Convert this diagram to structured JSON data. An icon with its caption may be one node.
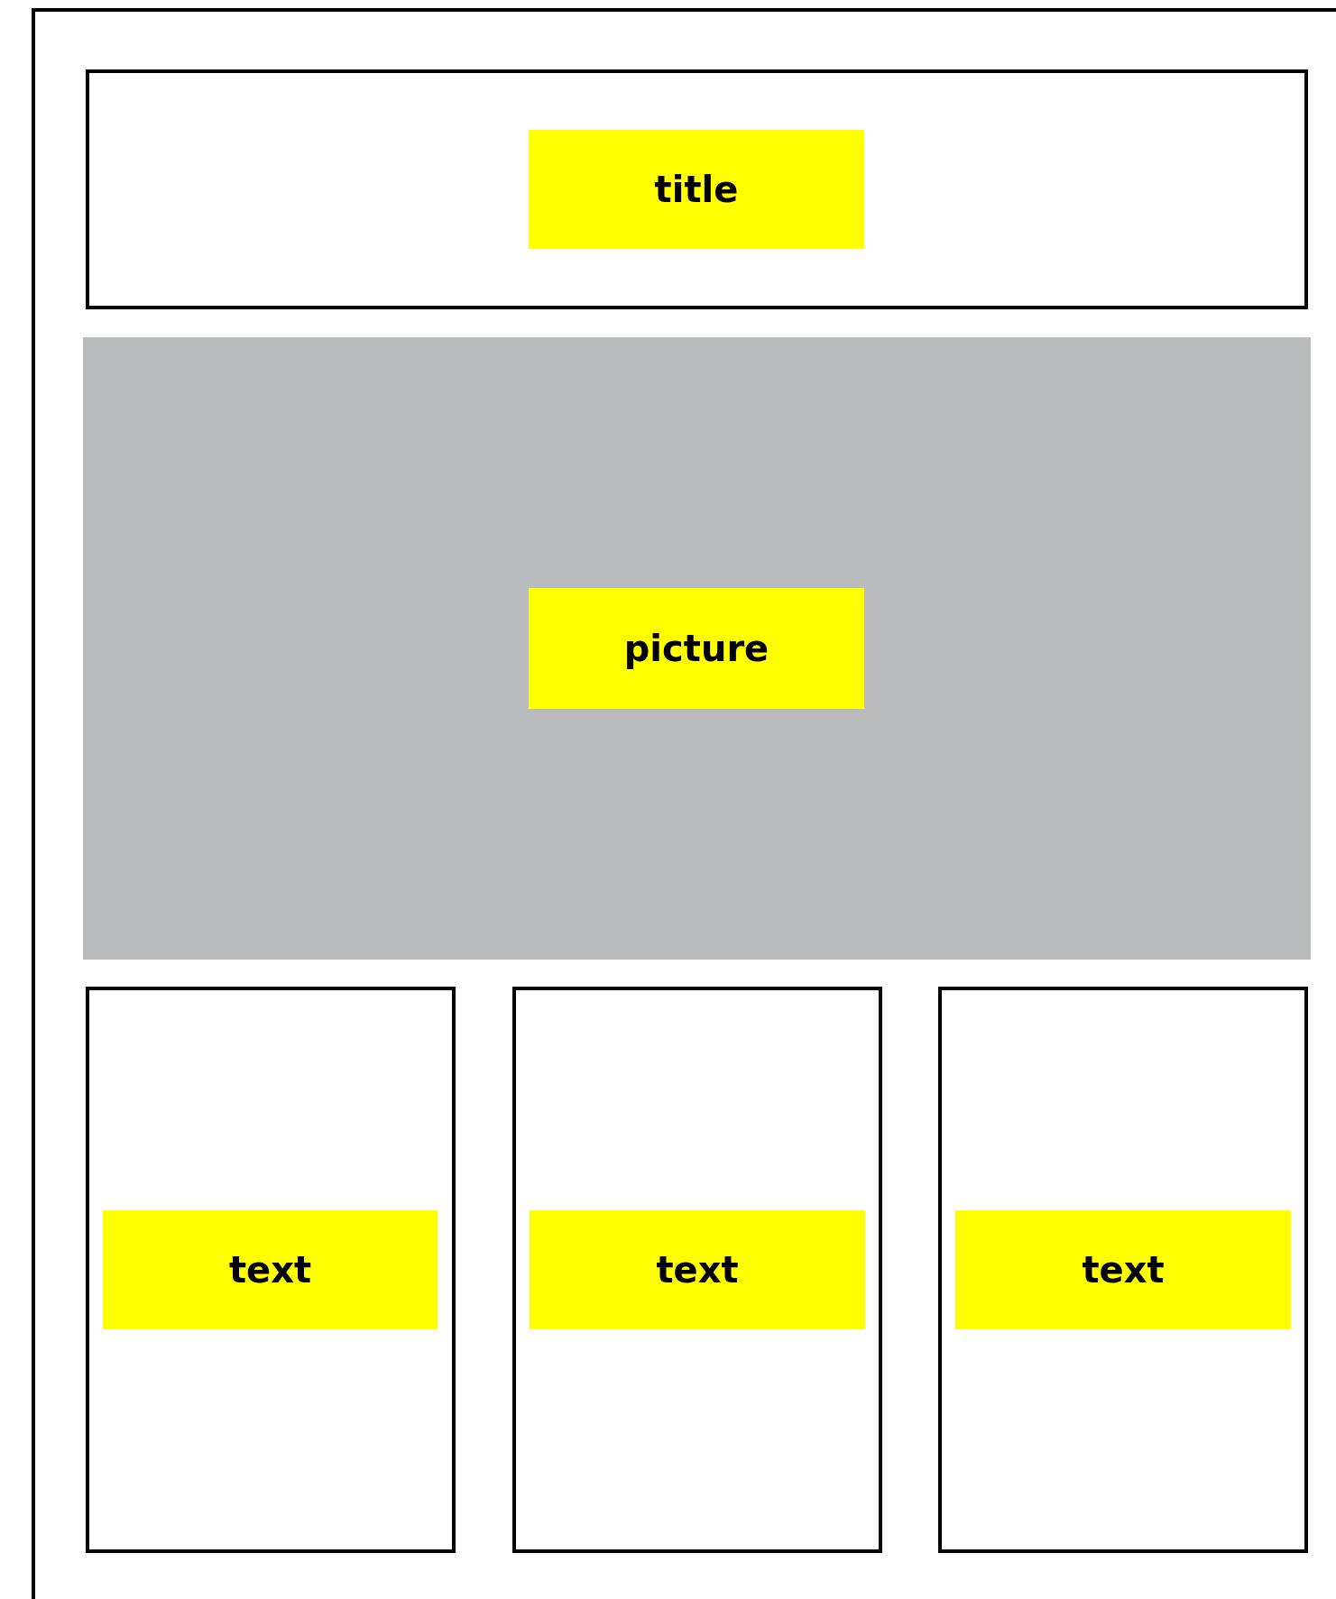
{
  "diagram": {
    "nodes": [
      {
        "text": [],
        "shape": "box"
      },
      {
        "text": [],
        "shape": "box",
        "in": 0
      },
      {
        "text": [
          "title"
        ],
        "in": 1
      },
      {
        "text": [],
        "shape": "box",
        "in": 0
      },
      {
        "text": [
          "picture"
        ],
        "in": 3
      },
      {
        "text": [],
        "shape": "box",
        "in": 0
      },
      {
        "text": [],
        "shape": "box",
        "in": 0
      },
      {
        "text": [],
        "shape": "box",
        "in": 0
      },
      {
        "text": [
          "text"
        ],
        "in": 5
      },
      {
        "text": [
          "text"
        ],
        "in": 6
      },
      {
        "text": [
          "text"
        ],
        "in": 7
      }
    ]
  }
}
